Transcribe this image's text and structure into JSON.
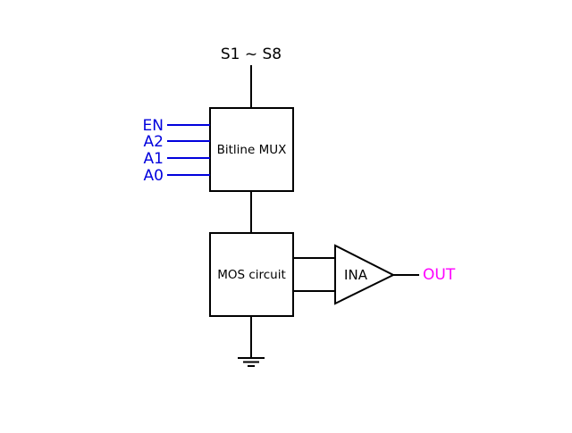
{
  "diagram": {
    "top_label": "S1 ~ S8",
    "mux_label": "Bitline MUX",
    "mos_label": "MOS circuit",
    "amp_label": "INA",
    "output_label": "OUT",
    "control_inputs": [
      "EN",
      "A2",
      "A1",
      "A0"
    ]
  },
  "colors": {
    "line": "#000000",
    "control": "#0000dd",
    "output": "#ff00ff"
  }
}
